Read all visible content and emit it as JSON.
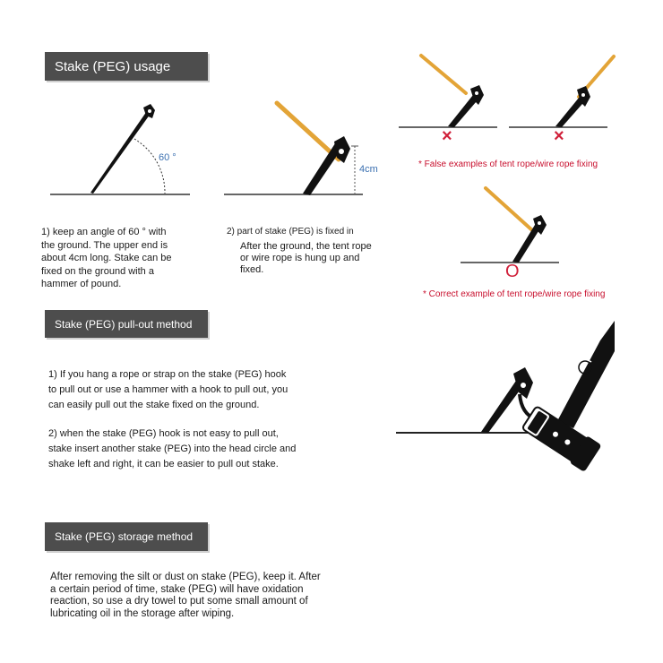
{
  "sections": {
    "usage": {
      "title": "Stake (PEG) usage",
      "angle_label": "60 °",
      "length_label": "4cm",
      "step1": "1) keep an angle of 60 ° with the ground. The upper end is about 4cm long. Stake can be fixed on the ground with a hammer of pound.",
      "step2_line1": "2) part of stake (PEG) is fixed in",
      "step2_line2": "After the ground, the tent rope or wire rope is hung up and fixed.",
      "false_mark_left": "×",
      "false_mark_right": "×",
      "false_caption": "* False examples of tent rope/wire rope fixing",
      "correct_mark": "O",
      "correct_caption": "* Correct example of tent rope/wire rope fixing"
    },
    "pullout": {
      "title": "Stake (PEG) pull-out method",
      "para1": "1) If you hang a rope or strap on the stake (PEG) hook to pull out or use a hammer with a hook to pull out, you can easily pull out the stake fixed on the ground.",
      "para2": "2) when the stake (PEG) hook is not easy to pull out, stake insert another stake (PEG) into the head circle and shake left and right, it can be easier to pull out stake."
    },
    "storage": {
      "title": "Stake (PEG) storage method",
      "para": "After removing the silt or dust on stake (PEG), keep it. After a certain period of time, stake (PEG) will have oxidation reaction, so use a dry towel to put some small amount of lubricating oil in the storage after wiping."
    }
  },
  "colors": {
    "header_bg": "#4d4d4d",
    "rope": "#e3a437",
    "stake": "#111111",
    "ground": "#333333",
    "accent_blue": "#3a6fb0",
    "error_red": "#d0203a"
  }
}
